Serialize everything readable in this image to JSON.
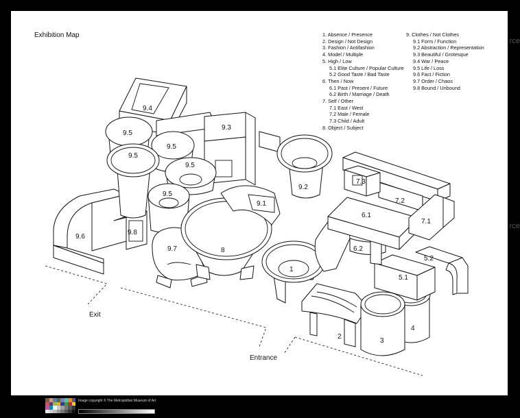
{
  "title": "Exhibition Map",
  "legend": {
    "col1": [
      {
        "text": "1.  Absence / Presence",
        "sub": false
      },
      {
        "text": "2.  Design / Not Design",
        "sub": false
      },
      {
        "text": "3.  Fashion / Antifashion",
        "sub": false
      },
      {
        "text": "4.  Model / Multiple",
        "sub": false
      },
      {
        "text": "5.  High / Low",
        "sub": false
      },
      {
        "text": "5.1  Elite Culture / Popular Culture",
        "sub": true
      },
      {
        "text": "5.2  Good Taste / Bad Taste",
        "sub": true
      },
      {
        "text": "6.  Then / Now",
        "sub": false
      },
      {
        "text": "6.1  Past / Present / Future",
        "sub": true
      },
      {
        "text": "6.2  Birth / Marriage / Death",
        "sub": true
      },
      {
        "text": "7.  Self / Other",
        "sub": false
      },
      {
        "text": "7.1  East / West",
        "sub": true
      },
      {
        "text": "7.2  Male / Female",
        "sub": true
      },
      {
        "text": "7.3  Child / Adult",
        "sub": true
      },
      {
        "text": "8.  Object / Subject",
        "sub": false
      }
    ],
    "col2": [
      {
        "text": "9.  Clothes / Not Clothes",
        "sub": false
      },
      {
        "text": "9.1  Form / Function",
        "sub": true
      },
      {
        "text": "9.2  Abstraction / Representation",
        "sub": true
      },
      {
        "text": "9.3  Beautiful / Grotesque",
        "sub": true
      },
      {
        "text": "9.4  War / Peace",
        "sub": true
      },
      {
        "text": "9.5  Life / Loss",
        "sub": true
      },
      {
        "text": "9.6  Fact / Fiction",
        "sub": true
      },
      {
        "text": "9.7  Order / Chaos",
        "sub": true
      },
      {
        "text": "9.8  Bound / Unbound",
        "sub": true
      }
    ]
  },
  "labels": {
    "l1": "1",
    "l2": "2",
    "l3": "3",
    "l4": "4",
    "l51": "5.1",
    "l52": "5.2",
    "l61": "6.1",
    "l62": "6.2",
    "l71": "7.1",
    "l72": "7.2",
    "l73": "7.3",
    "l8": "8",
    "l91": "9.1",
    "l92": "9.2",
    "l93": "9.3",
    "l94": "9.4",
    "l95a": "9.5",
    "l95b": "9.5",
    "l95c": "9.5",
    "l95d": "9.5",
    "l95e": "9.5",
    "l96": "9.6",
    "l97": "9.7",
    "l98": "9.8",
    "exit": "Exit",
    "entrance": "Entrance"
  },
  "side_text": "rce",
  "footer": {
    "copyright": "Image copyright © The Metropolitan Museum of Art"
  }
}
